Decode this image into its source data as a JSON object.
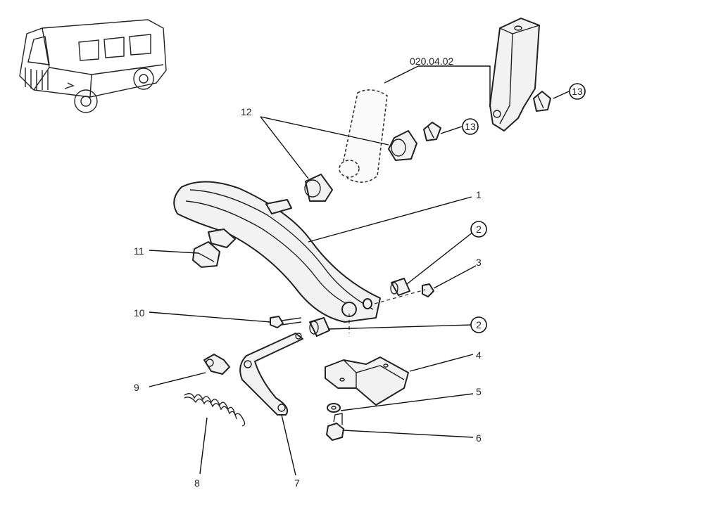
{
  "reference_label": "020.04.02",
  "callouts": {
    "c1": "1",
    "c2a": "2",
    "c2b": "2",
    "c3": "3",
    "c4": "4",
    "c5": "5",
    "c6": "6",
    "c7": "7",
    "c8": "8",
    "c9": "9",
    "c10": "10",
    "c11": "11",
    "c12": "12",
    "c13a": "13",
    "c13b": "13"
  }
}
